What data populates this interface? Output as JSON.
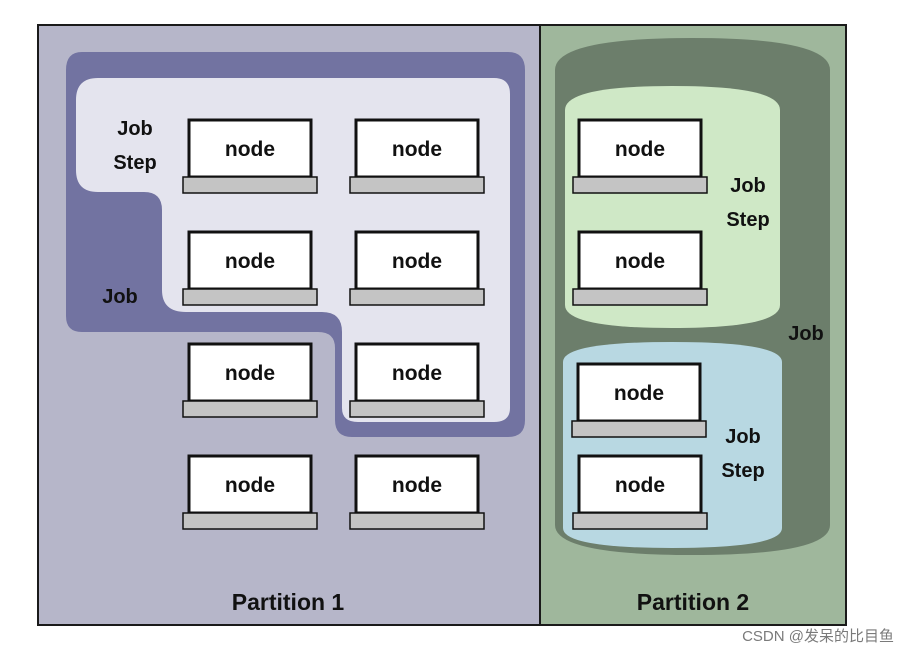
{
  "node_label": "node",
  "partition1": {
    "title": "Partition 1",
    "job_label": "Job",
    "job_step_label": [
      "Job",
      "Step"
    ]
  },
  "partition2": {
    "title": "Partition 2",
    "job_label": "Job",
    "job_step_top_label": [
      "Job",
      "Step"
    ],
    "job_step_bottom_label": [
      "Job",
      "Step"
    ]
  },
  "watermark": "CSDN @发呆的比目鱼",
  "colors": {
    "partition1_bg": "#b6b6c9",
    "partition2_bg": "#9fb79c",
    "job1": "#7273a1",
    "jobstep1": "#e4e4ee",
    "job2": "#6c7e6b",
    "jobstep2_top": "#cfe8c6",
    "jobstep2_bottom": "#b8d8e2"
  }
}
